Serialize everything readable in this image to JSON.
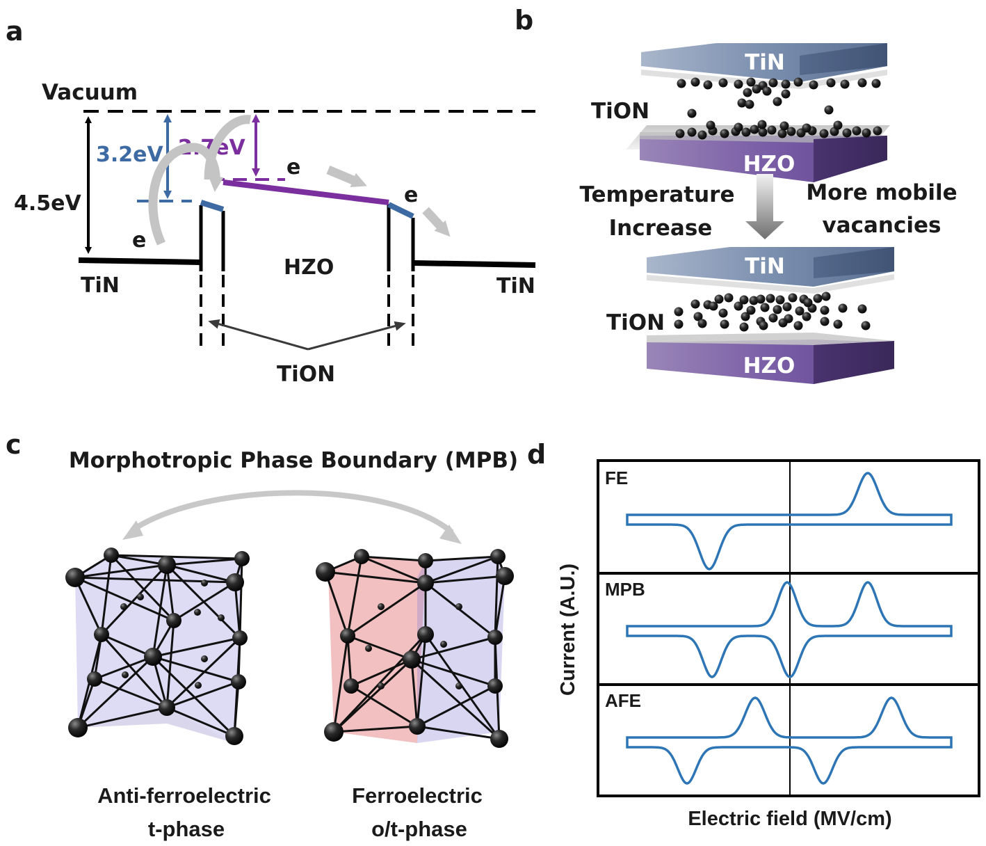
{
  "panel_a": {
    "letter": "a",
    "vacuum": "Vacuum",
    "e_4_5": "4.5eV",
    "e_3_2": "3.2eV",
    "e_2_7": "2.7eV",
    "electron_1": "e",
    "electron_2": "e",
    "electron_3": "e",
    "tin_left": "TiN",
    "tin_right": "TiN",
    "hzo": "HZO",
    "tion": "TiON"
  },
  "panel_b": {
    "letter": "b",
    "top_stack": {
      "tin": "TiN",
      "tion": "TiON",
      "hzo": "HZO"
    },
    "bottom_stack": {
      "tin": "TiN",
      "tion": "TiON",
      "hzo": "HZO"
    },
    "left_caption": [
      "Temperature",
      "Increase"
    ],
    "right_caption": [
      "More mobile",
      "vacancies"
    ]
  },
  "panel_c": {
    "letter": "c",
    "title": "Morphotropic Phase Boundary (MPB)",
    "left_caption": [
      "Anti-ferroelectric",
      "t-phase"
    ],
    "right_caption": [
      "Ferroelectric",
      "o/t-phase"
    ]
  },
  "panel_d": {
    "letter": "d",
    "ylabel": "Current (A.U.)",
    "xlabel": "Electric field (MV/cm)",
    "subplots": [
      "FE",
      "MPB",
      "AFE"
    ]
  },
  "colors": {
    "blue": "#3d6aa3",
    "purple": "#7b2f9e",
    "curve": "#2e75b6",
    "gray_arrow": "#c4c4c4"
  }
}
